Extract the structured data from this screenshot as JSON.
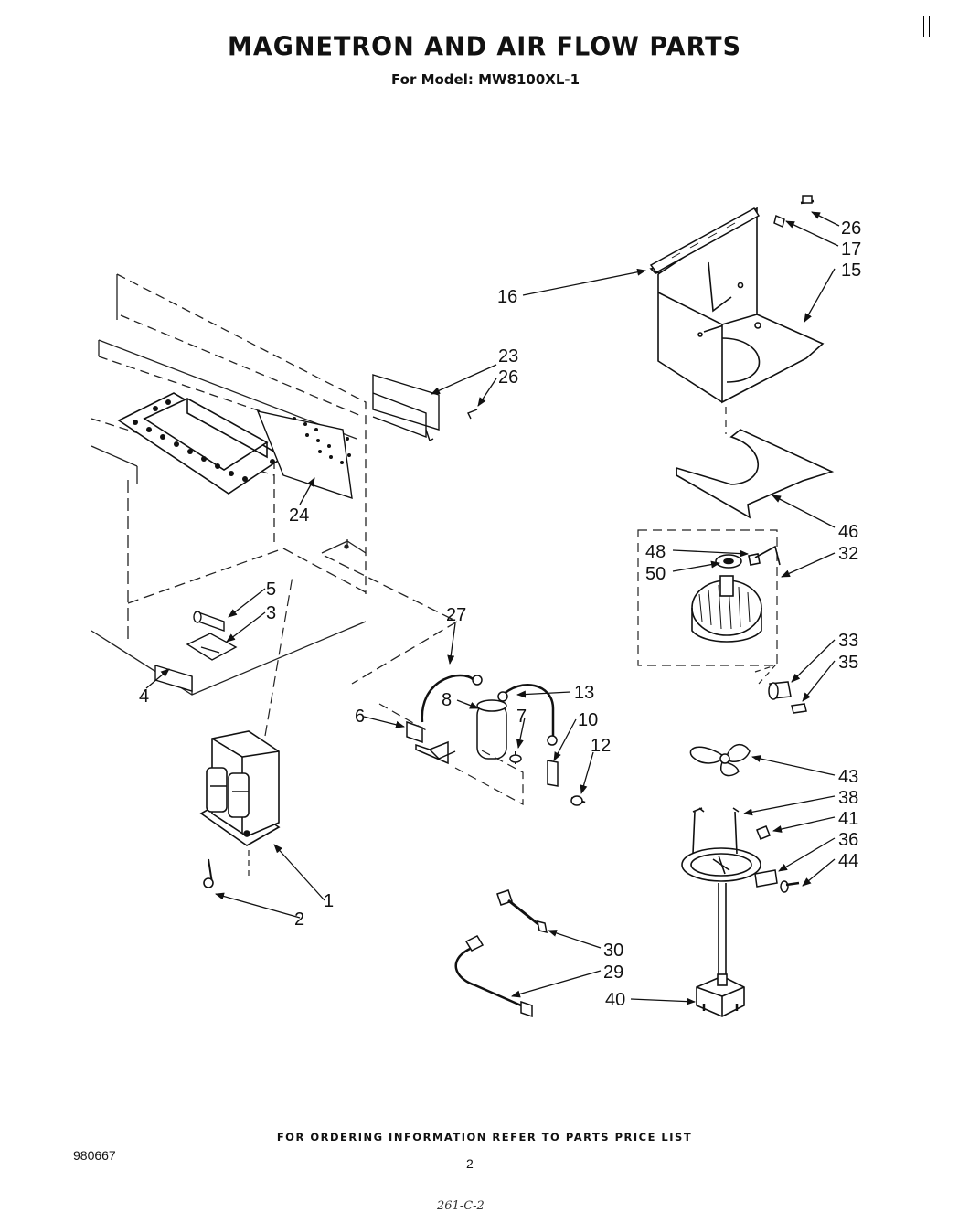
{
  "header": {
    "title": "MAGNETRON AND AIR FLOW PARTS",
    "subtitle": "For Model: MW8100XL-1"
  },
  "footer": {
    "ordering_note": "FOR ORDERING INFORMATION REFER TO PARTS PRICE LIST",
    "document_number": "980667",
    "page_number": "2",
    "handwritten_note": "261-C-2"
  },
  "callouts": {
    "c26a": "26",
    "c17": "17",
    "c15": "15",
    "c16": "16",
    "c23": "23",
    "c26b": "26",
    "c24": "24",
    "c46": "46",
    "c48": "48",
    "c32": "32",
    "c50": "50",
    "c5": "5",
    "c3": "3",
    "c27": "27",
    "c33": "33",
    "c35": "35",
    "c4": "4",
    "c8": "8",
    "c13": "13",
    "c6": "6",
    "c7": "7",
    "c10": "10",
    "c12": "12",
    "c43": "43",
    "c38": "38",
    "c41": "41",
    "c36": "36",
    "c44": "44",
    "c1": "1",
    "c2": "2",
    "c30": "30",
    "c29": "29",
    "c40": "40"
  }
}
